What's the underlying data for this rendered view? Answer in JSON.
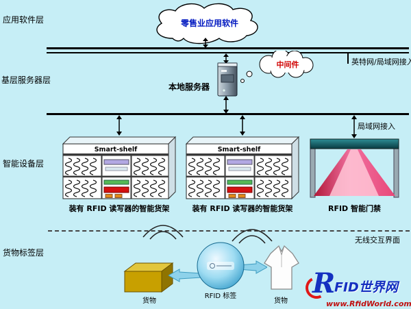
{
  "layers": {
    "l1": "应用软件层",
    "l2": "基层服务器层",
    "l3": "智能设备层",
    "l4": "货物标签层"
  },
  "top": {
    "cloud_label": "零售业应用软件",
    "internet_label": "英特网/局域网接入"
  },
  "server_layer": {
    "server_label": "本地服务器",
    "middleware_label": "中间件",
    "lan_label": "局域网接入"
  },
  "device_layer": {
    "shelf_title": "Smart-shelf",
    "shelf1_label": "装有 RFID 读写器的智能货架",
    "shelf2_label": "装有 RFID 读写器的智能货架",
    "door_label": "RFID 智能门禁",
    "wireless_label": "无线交互界面"
  },
  "tag_layer": {
    "box_label": "货物",
    "tag_label": "RFID 标签",
    "cloth_label": "货物"
  },
  "watermark": {
    "brand_r": "R",
    "brand_rest": "FID世界网",
    "url": "www.RfidWorld.com.cn"
  },
  "colors": {
    "background": "#c6eef6",
    "gate_beam_pink": "#f070a0",
    "tag_sphere_blue": "#2894c4",
    "brand_blue": "#1430c0",
    "brand_red": "#e01818",
    "middleware_red": "#d00000",
    "cloud_text_blue": "#0018c0"
  }
}
